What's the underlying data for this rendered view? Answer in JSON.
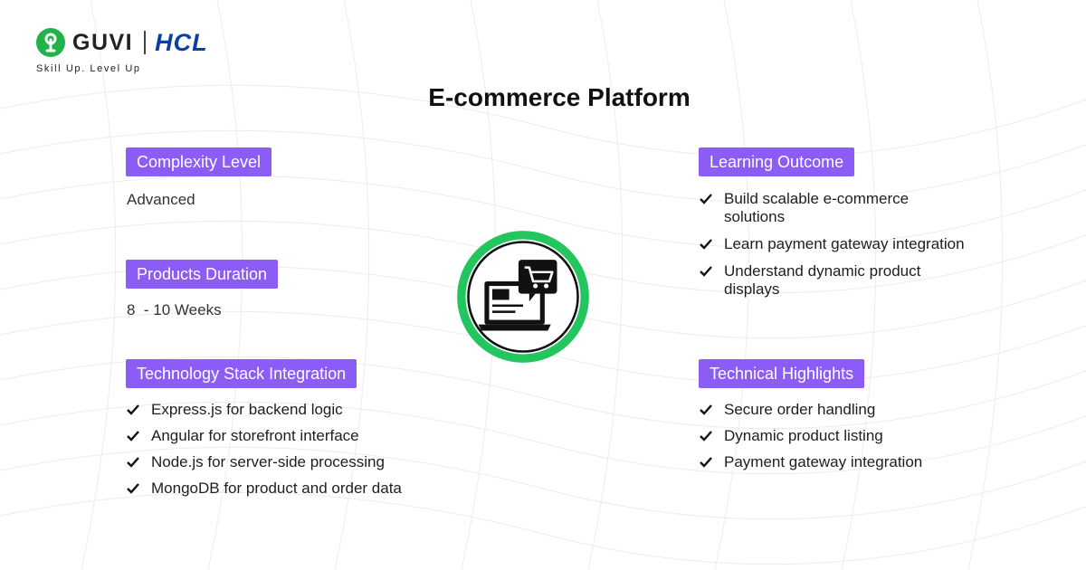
{
  "brand": {
    "guvi_name": "GUVI",
    "partner_name": "HCL",
    "tagline": "Skill Up. Level Up"
  },
  "title": "E-commerce Platform",
  "left": {
    "complexity": {
      "heading": "Complexity Level",
      "value": "Advanced"
    },
    "duration": {
      "heading": "Products Duration",
      "value": "8  - 10 Weeks"
    },
    "tech_stack": {
      "heading": "Technology Stack Integration",
      "items": [
        "Express.js for backend logic",
        "Angular for storefront interface",
        "Node.js for server-side processing",
        "MongoDB for product and order data"
      ]
    }
  },
  "right": {
    "learning": {
      "heading": "Learning Outcome",
      "items": [
        "Build scalable e-commerce",
        "solutions",
        "Learn payment gateway integration",
        "Understand dynamic product",
        "displays"
      ]
    },
    "highlights": {
      "heading": "Technical Highlights",
      "items": [
        "Secure order handling",
        "Dynamic product listing",
        "Payment gateway integration"
      ]
    }
  },
  "center_icon": "laptop-shopping-cart-icon",
  "colors": {
    "badge": "#8b5cf6",
    "ring": "#22c55e",
    "guvi_green": "#21b249",
    "hcl_blue": "#0b3ea8"
  }
}
